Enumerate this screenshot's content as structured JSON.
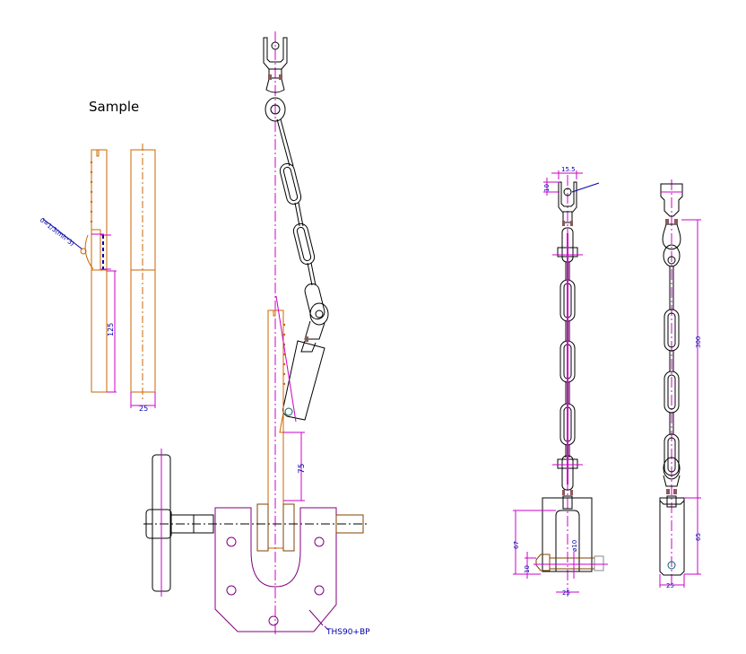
{
  "title": "Sample",
  "colors": {
    "outline": "#000000",
    "plate": "#cc6600",
    "dimension": "#cc00cc",
    "dim_text": "#0000aa",
    "thread": "#8a5a5a",
    "clamp": "#800080"
  },
  "sample_view": {
    "chamfer_note": "0=1/3(mh*3)",
    "dim_length": "125",
    "dim_width": "25"
  },
  "main_view": {
    "dim_height": "75",
    "part_label": "THS90+BP"
  },
  "front_view": {
    "dim_top_width": "15.5",
    "dim_top_offset": "10",
    "dim_base_height": "67",
    "dim_base_offset": "10",
    "dim_pin": "ø10",
    "dim_base_width": "25"
  },
  "side_view": {
    "dim_total": "300",
    "dim_base_height": "65",
    "dim_base_width": "25"
  }
}
